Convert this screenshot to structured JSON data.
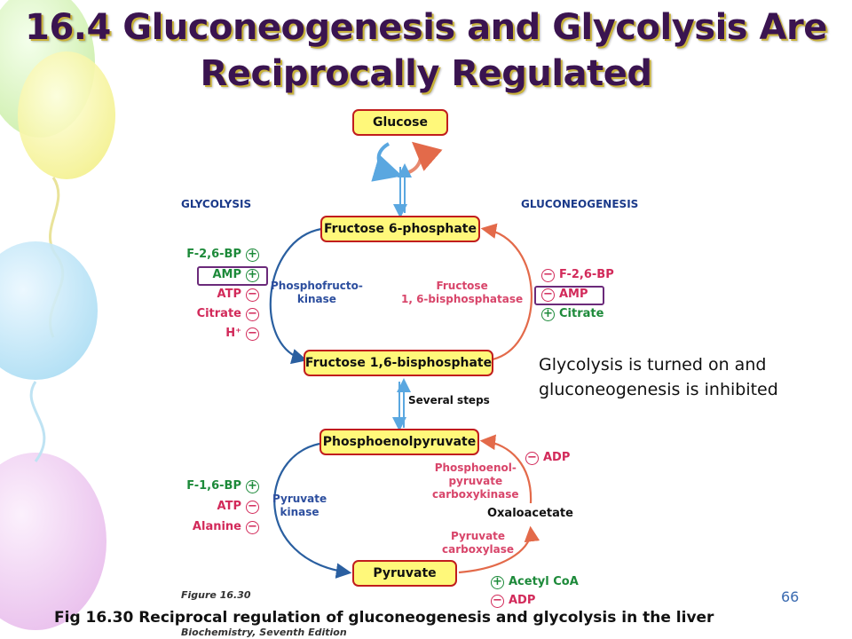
{
  "slide": {
    "title_line1": "16.4 Gluconeogenesis and Glycolysis Are",
    "title_line2": "Reciprocally Regulated",
    "page_number": "66",
    "caption": "Fig 16.30 Reciprocal regulation of gluconeogenesis and glycolysis in the liver",
    "figure_credit_line1": "Figure 16.30",
    "figure_credit_line2": "Biochemistry, Seventh Edition"
  },
  "note": {
    "line1": "Glycolysis is turned on and",
    "line2": "gluconeogenesis is inhibited"
  },
  "diagram": {
    "headers": {
      "left": "GLYCOLYSIS",
      "right": "GLUCONEOGENESIS"
    },
    "metabolites": {
      "glucose": "Glucose",
      "f6p": "Fructose 6-phosphate",
      "f16bp": "Fructose 1,6-bisphosphate",
      "pep": "Phosphoenolpyruvate",
      "pyruvate": "Pyruvate",
      "oxaloacetate": "Oxaloacetate"
    },
    "steps_label": "Several steps",
    "enzymes": {
      "pfk_line1": "Phosphofructo-",
      "pfk_line2": "kinase",
      "fbpase_line1": "Fructose",
      "fbpase_line2": "1, 6-bisphosphatase",
      "pk_line1": "Pyruvate",
      "pk_line2": "kinase",
      "pepck_line1": "Phosphoenol-",
      "pepck_line2": "pyruvate",
      "pepck_line3": "carboxykinase",
      "pc_line1": "Pyruvate",
      "pc_line2": "carboxylase"
    },
    "pfk_regulators": [
      {
        "name": "F-2,6-BP",
        "sign": "+"
      },
      {
        "name": "AMP",
        "sign": "+"
      },
      {
        "name": "ATP",
        "sign": "−"
      },
      {
        "name": "Citrate",
        "sign": "−"
      },
      {
        "name": "H⁺",
        "sign": "−"
      }
    ],
    "fbpase_regulators": [
      {
        "name": "F-2,6-BP",
        "sign": "−"
      },
      {
        "name": "AMP",
        "sign": "−"
      },
      {
        "name": "Citrate",
        "sign": "+"
      }
    ],
    "pk_regulators": [
      {
        "name": "F-1,6-BP",
        "sign": "+"
      },
      {
        "name": "ATP",
        "sign": "−"
      },
      {
        "name": "Alanine",
        "sign": "−"
      }
    ],
    "pepck_regulators": [
      {
        "name": "ADP",
        "sign": "−"
      }
    ],
    "pc_regulators": [
      {
        "name": "Acetyl CoA",
        "sign": "+"
      },
      {
        "name": "ADP",
        "sign": "−"
      }
    ]
  },
  "colors": {
    "title": "#3a1450",
    "box_fill": "#fff87a",
    "box_border": "#c11d1d",
    "glycolysis_arrow": "#2a5fa0",
    "gluconeogenesis_arrow": "#e36a4a",
    "activator": "#1d8a3a",
    "inhibitor": "#d22a5a",
    "highlight": "#6b2a7a"
  }
}
